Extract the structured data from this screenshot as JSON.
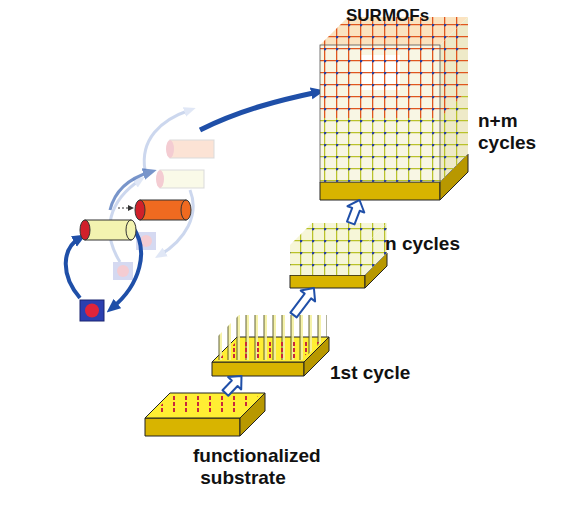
{
  "diagram": {
    "title": "SURMOFs",
    "nodes": [
      {
        "text": [
          "functionalized substrate"
        ]
      },
      {
        "text": [
          "1st cycle"
        ]
      },
      {
        "text": [
          "n cycles"
        ]
      },
      {
        "text": [
          "n+m cycles"
        ]
      }
    ],
    "edges": [
      {
        "from": 0,
        "to": 1,
        "arrow": "to"
      },
      {
        "from": 1,
        "to": 2,
        "arrow": "to"
      },
      {
        "from": 2,
        "to": 3,
        "arrow": "to"
      }
    ]
  }
}
